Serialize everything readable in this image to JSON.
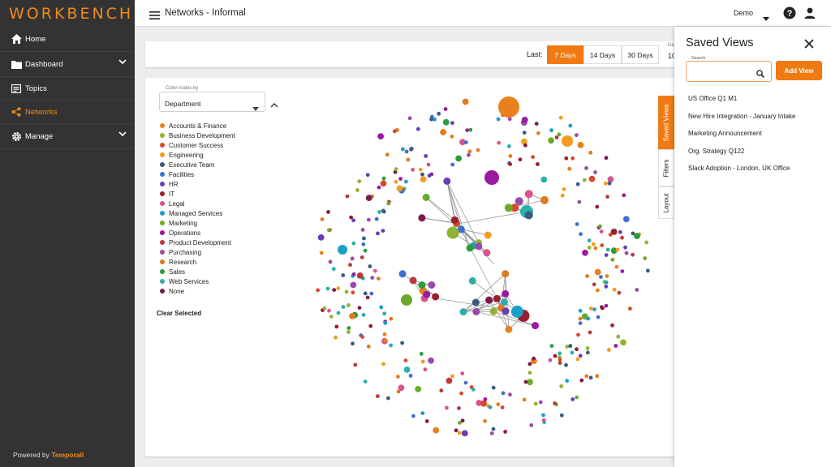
{
  "app": {
    "logo": "WORKBENCH"
  },
  "sidebar": {
    "items": [
      {
        "label": "Home",
        "icon": "home-icon"
      },
      {
        "label": "Dashboard",
        "icon": "folder-icon",
        "expandable": true
      },
      {
        "label": "Topics",
        "icon": "topics-icon"
      },
      {
        "label": "Networks",
        "icon": "share-icon",
        "active": true
      },
      {
        "label": "Manage",
        "icon": "gear-icon",
        "expandable": true
      }
    ],
    "powered_by": "Powered by",
    "powered_brand": "Temporall"
  },
  "header": {
    "title": "Networks - Informal",
    "user": "Demo"
  },
  "range": {
    "last_label": "Last:",
    "options": [
      "7 Days",
      "14 Days",
      "30 Days"
    ],
    "selected": "7 Days",
    "cut_label": "Da",
    "cut_value": "10"
  },
  "graph": {
    "color_by_label": "Color nodes by",
    "color_by_value": "Department",
    "legend": [
      {
        "label": "Accounts & Finance",
        "color": "#e8801c"
      },
      {
        "label": "Business Development",
        "color": "#8fb433"
      },
      {
        "label": "Customer Success",
        "color": "#d64a2a"
      },
      {
        "label": "Engineering",
        "color": "#f39c1f"
      },
      {
        "label": "Executive Team",
        "color": "#3c5a80"
      },
      {
        "label": "Facilities",
        "color": "#3f6fd0"
      },
      {
        "label": "HR",
        "color": "#6a3bb5"
      },
      {
        "label": "IT",
        "color": "#9a1e2c"
      },
      {
        "label": "Legal",
        "color": "#d8528e"
      },
      {
        "label": "Managed Services",
        "color": "#1aa0c8"
      },
      {
        "label": "Marketing",
        "color": "#6aaa2a"
      },
      {
        "label": "Operations",
        "color": "#9a1aa0"
      },
      {
        "label": "Product Development",
        "color": "#b83a3a"
      },
      {
        "label": "Purchasing",
        "color": "#9a4aa8"
      },
      {
        "label": "Research",
        "color": "#e07a20"
      },
      {
        "label": "Sales",
        "color": "#2e9a3a"
      },
      {
        "label": "Web Services",
        "color": "#2ab0a8"
      },
      {
        "label": "None",
        "color": "#7a1a4a"
      }
    ],
    "clear_label": "Clear Selected"
  },
  "side_tabs": [
    {
      "label": "Saved Views",
      "active": true
    },
    {
      "label": "Filters",
      "active": false
    },
    {
      "label": "Layout",
      "active": false
    }
  ],
  "panel": {
    "title": "Saved Views",
    "search_label": "Search",
    "add_label": "Add View",
    "views": [
      "US Office Q1 M1",
      "New Hire Integration - January Intake",
      "Marketing Announcement",
      "Org. Strategy Q122",
      "Slack Adoption - London, UK Office"
    ]
  },
  "colors": {
    "accent": "#f07a12",
    "sidebar_bg": "#333333"
  }
}
